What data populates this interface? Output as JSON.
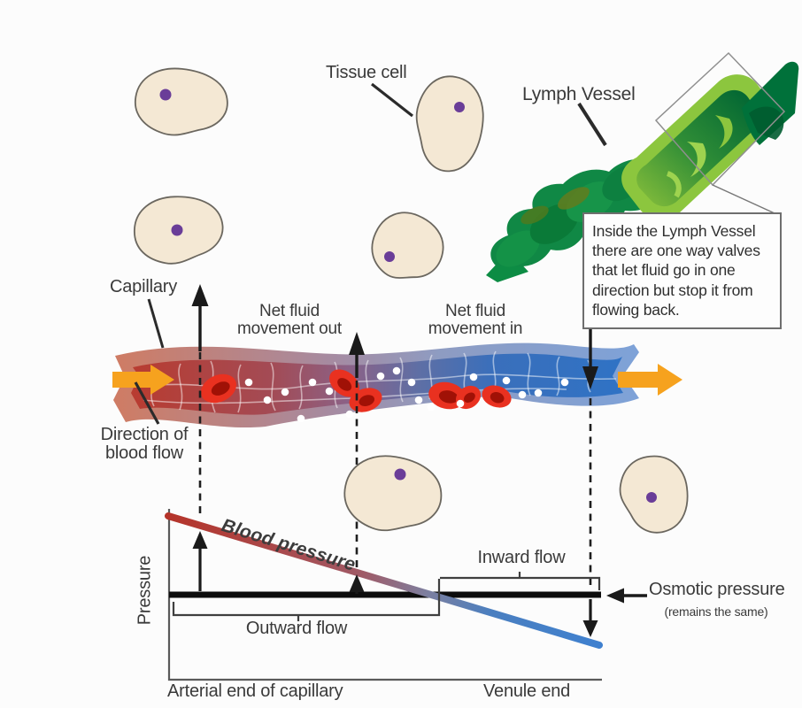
{
  "diagram": {
    "labels": {
      "tissue_cell": "Tissue cell",
      "lymph_vessel": "Lymph Vessel",
      "capillary": "Capillary",
      "net_fluid_out": "Net fluid\nmovement out",
      "net_fluid_in": "Net fluid\nmovement in",
      "direction_blood_flow": "Direction of\nblood flow",
      "lymph_info": "Inside the Lymph Vessel\nthere are one way valves\nthat let fluid go in one\ndirection but stop it from\nflowing back."
    }
  },
  "graph": {
    "ylabel": "Pressure",
    "blood_pressure_label": "Blood pressure",
    "osmotic_pressure_label": "Osmotic pressure",
    "osmotic_pressure_note": "(remains the same)",
    "outward_flow_label": "Outward flow",
    "inward_flow_label": "Inward flow",
    "x_axis_left_label": "Arterial end of capillary",
    "x_axis_right_label": "Venule end"
  },
  "colors": {
    "background": "#fcfcfc",
    "text": "#3a3a3a",
    "arrow_orange": "#f6a21e",
    "capillary_inner_red": "#bb3a2c",
    "capillary_inner_blue": "#2e73c6",
    "capillary_wall_left": "#cf7c64",
    "capillary_wall_right": "#7ea2d8",
    "rbc_red": "#e93120",
    "lymph_dark_green": "#0a7a38",
    "lymph_mid_green": "#149247",
    "lymph_light_green": "#8cc63e",
    "cell_fill": "#f4e8d4",
    "cell_nucleus": "#6a3d98",
    "osmotic_line": "#0d0d0d"
  },
  "chart_data": {
    "type": "line",
    "x": [
      "Arterial end of capillary",
      "Venule end"
    ],
    "ylabel": "Pressure",
    "axis_numeric_labels": false,
    "series": [
      {
        "name": "Blood pressure",
        "values": [
          100,
          20
        ],
        "trend": "linear decrease",
        "color": "red-to-blue gradient"
      },
      {
        "name": "Osmotic pressure (remains the same)",
        "values": [
          50,
          50
        ],
        "trend": "constant",
        "color": "#0d0d0d"
      }
    ],
    "regions": [
      {
        "label": "Outward flow",
        "where": "arterial side, blood pressure above osmotic pressure"
      },
      {
        "label": "Inward flow",
        "where": "venule side, blood pressure below osmotic pressure"
      }
    ]
  }
}
